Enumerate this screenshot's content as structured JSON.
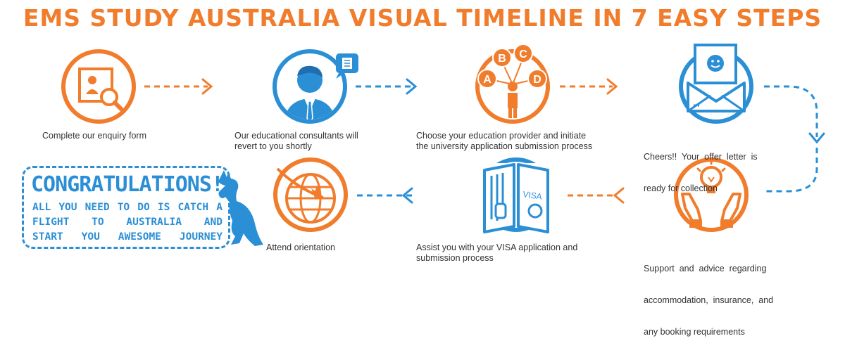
{
  "title": "EMS STUDY AUSTRALIA VISUAL TIMELINE IN 7 EASY STEPS",
  "colors": {
    "orange": "#f07c2c",
    "blue": "#2b8fd6",
    "text": "#333333"
  },
  "steps": [
    {
      "icon": "enquiry-form-icon",
      "caption_lines": [
        "Complete our enquiry form"
      ]
    },
    {
      "icon": "consultant-icon",
      "caption_lines": [
        "Our educational consultants will",
        "revert to you shortly"
      ]
    },
    {
      "icon": "choose-provider-icon",
      "badges": [
        "A",
        "B",
        "C",
        "D"
      ],
      "caption_lines": [
        "Choose your education provider and initiate",
        "the university application submission process"
      ]
    },
    {
      "icon": "offer-letter-icon",
      "caption_lines": [
        "Cheers!!  Your  offer  letter  is",
        "ready for collection"
      ]
    },
    {
      "icon": "support-advice-icon",
      "caption_lines": [
        "Support  and  advice  regarding",
        "accommodation,  insurance,  and",
        "any booking requirements"
      ]
    },
    {
      "icon": "visa-passport-icon",
      "passport_label": "VISA",
      "caption_lines": [
        "Assist you with your VISA application and",
        "submission process"
      ]
    },
    {
      "icon": "orientation-flight-icon",
      "caption_lines": [
        "Attend orientation"
      ]
    }
  ],
  "congrats": {
    "heading": "Congratulations!",
    "lines": [
      "All you need to do is catch a",
      "flight to Australia and",
      "start you awesome journey"
    ]
  }
}
